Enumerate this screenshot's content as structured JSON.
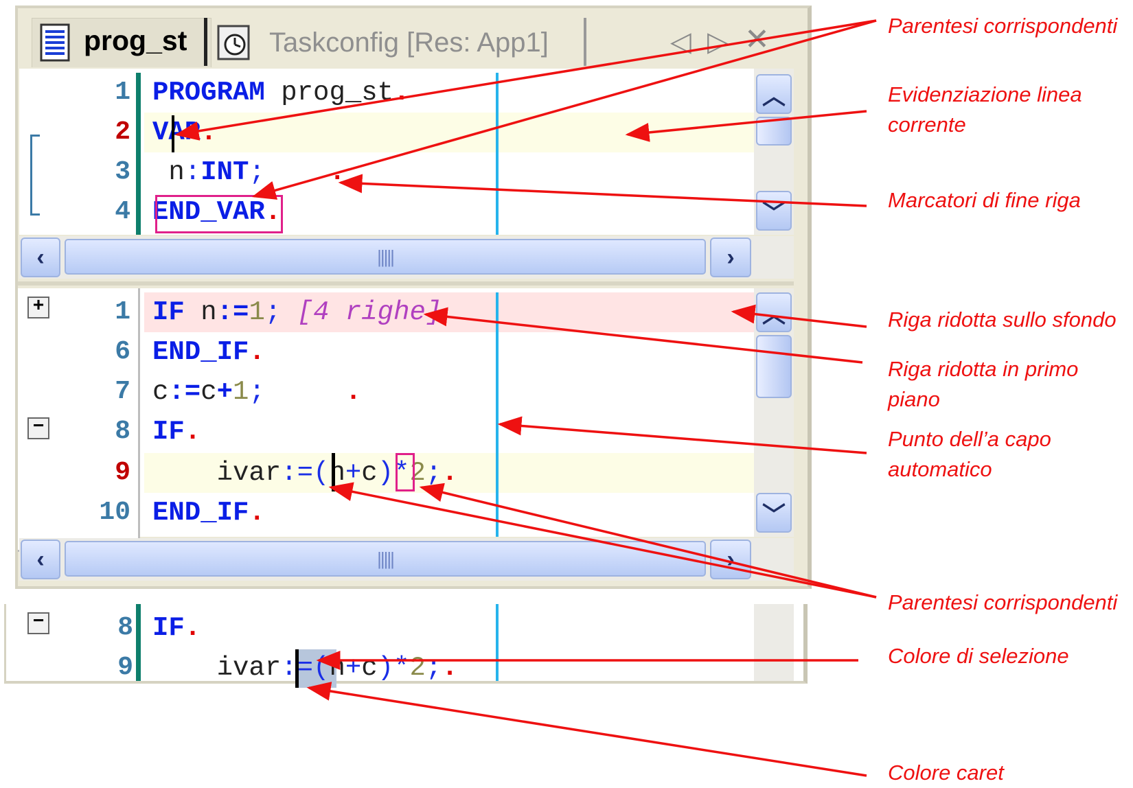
{
  "tabs": {
    "active": "prog_st",
    "inactive": "Taskconfig [Res: App1]"
  },
  "editor1": {
    "line_numbers": [
      "1",
      "2",
      "3",
      "4"
    ]
  },
  "editor2": {
    "line_numbers": [
      "1",
      "6",
      "7",
      "8",
      "9",
      "10"
    ],
    "collapsed_label": "[4 righe]"
  },
  "editor3": {
    "line_numbers": [
      "8",
      "9"
    ]
  },
  "annotations": {
    "parentesi_1": "Parentesi corrispondenti",
    "evidenziazione": "Evidenziazione linea\ncorrente",
    "marcatori": "Marcatori di fine riga",
    "riga_sfondo": "Riga ridotta sullo sfondo",
    "riga_primo_piano": "Riga ridotta in primo piano",
    "punto_capo": "Punto dell’a capo\nautomatico",
    "parentesi_2": "Parentesi corrispondenti",
    "colore_selezione": "Colore di selezione",
    "colore_caret": "Colore caret"
  },
  "colors": {
    "annotation": "#ee1111",
    "keyword": "#0a1ee6",
    "current_line_bg": "#fdfde6",
    "collapsed_line_bg": "#ffe4e4",
    "selection_bg": "#b7c6dc",
    "bracket_box": "#e0208a",
    "wrap_line": "#27b4ec"
  }
}
